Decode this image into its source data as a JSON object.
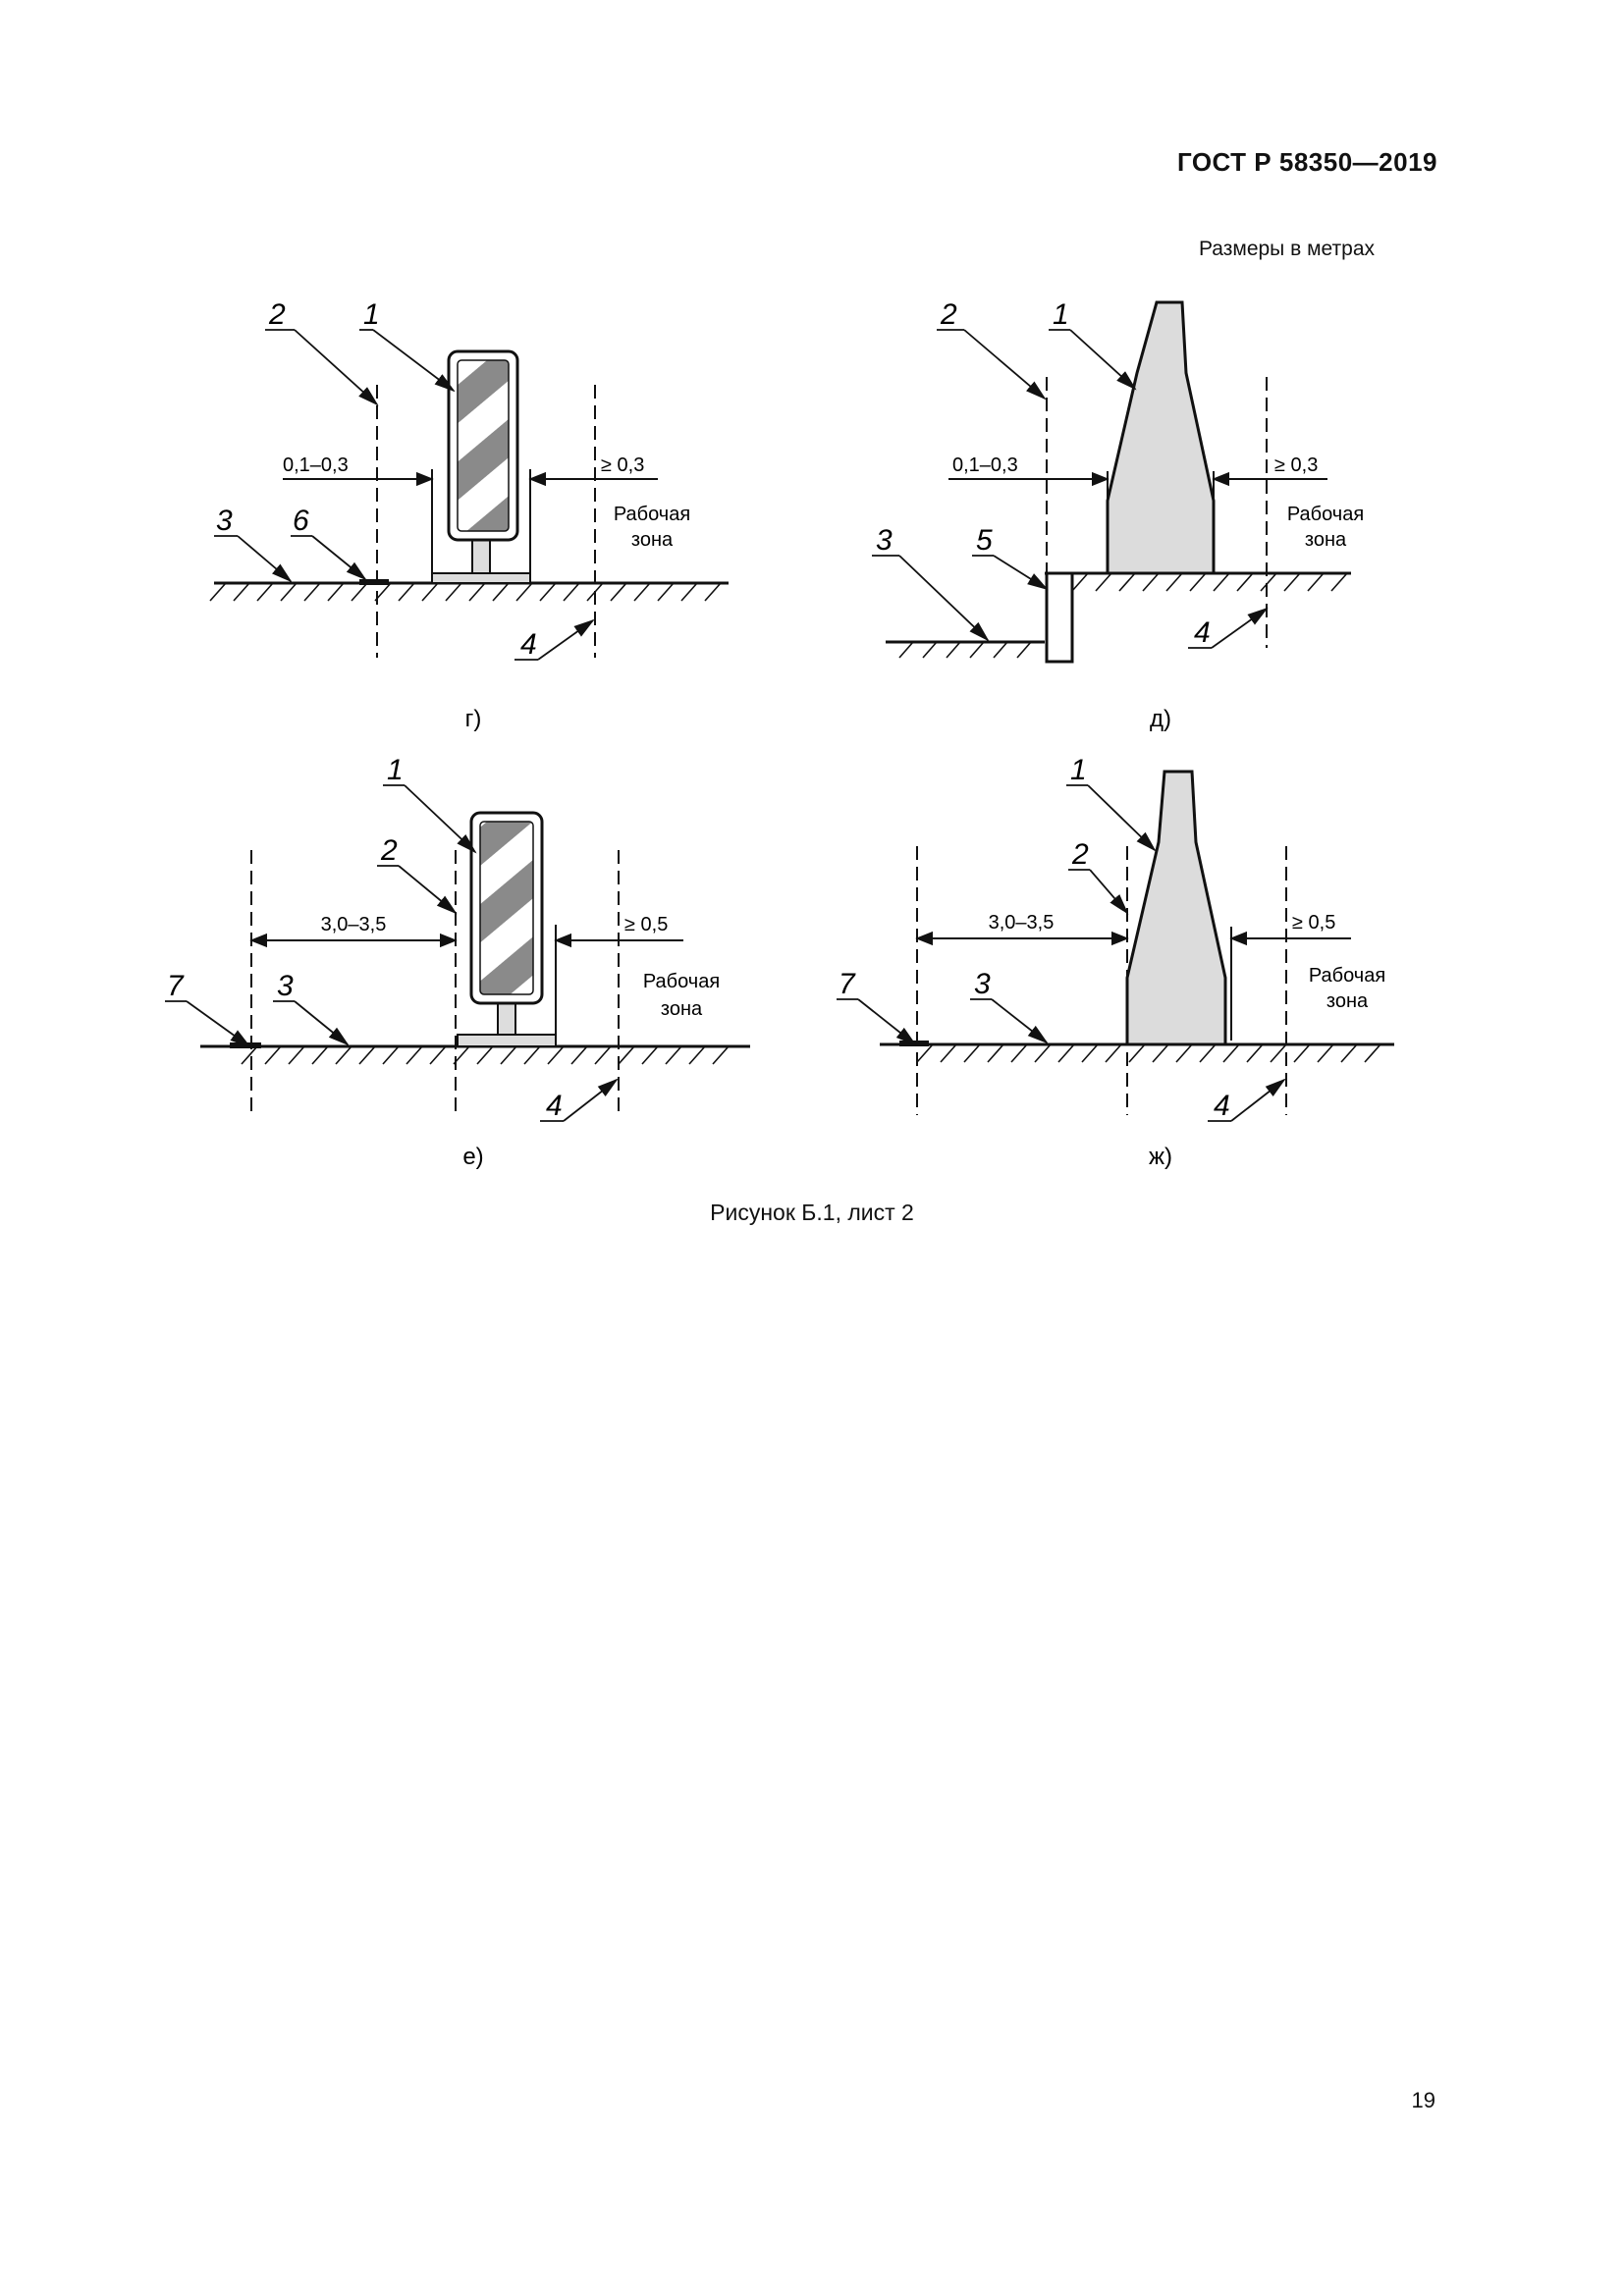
{
  "header": {
    "standard": "ГОСТ Р 58350—2019",
    "units": "Размеры в метрах"
  },
  "figure": {
    "caption": "Рисунок Б.1, лист 2",
    "zone_line1": "Рабочая",
    "zone_line2": "зона",
    "panels": {
      "g": {
        "label": "г)",
        "dim_left": "0,1–0,3",
        "dim_right": "≥ 0,3",
        "leaders": {
          "l1": "1",
          "l2": "2",
          "l3": "3",
          "l4": "4",
          "l6": "6"
        }
      },
      "d": {
        "label": "д)",
        "dim_left": "0,1–0,3",
        "dim_right": "≥ 0,3",
        "leaders": {
          "l1": "1",
          "l2": "2",
          "l3": "3",
          "l4": "4",
          "l5": "5"
        }
      },
      "e": {
        "label": "е)",
        "dim_left": "3,0–3,5",
        "dim_right": "≥ 0,5",
        "leaders": {
          "l1": "1",
          "l2": "2",
          "l3": "3",
          "l4": "4",
          "l7": "7"
        }
      },
      "zh": {
        "label": "ж)",
        "dim_left": "3,0–3,5",
        "dim_right": "≥ 0,5",
        "leaders": {
          "l1": "1",
          "l2": "2",
          "l3": "3",
          "l4": "4",
          "l7": "7"
        }
      }
    }
  },
  "page_number": "19"
}
